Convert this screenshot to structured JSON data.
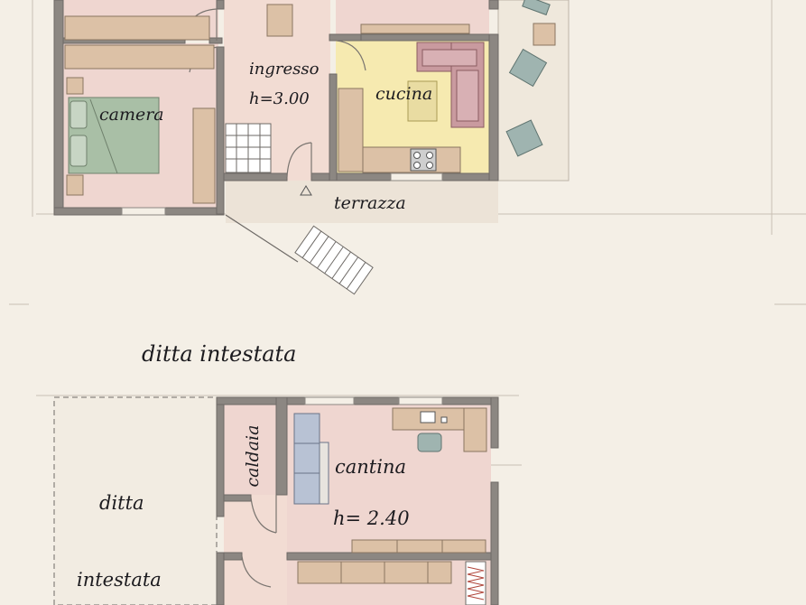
{
  "labels": {
    "camera": "camera",
    "ingresso": "ingresso",
    "ingresso_height": "h=3.00",
    "cucina": "cucina",
    "terrazza": "terrazza",
    "ditta_intestata_title": "ditta intestata",
    "caldaia": "caldaia",
    "cantina": "cantina",
    "cantina_height": "h= 2.40",
    "ditta": "ditta",
    "intestata": "intestata"
  },
  "colors": {
    "background": "#f4efe6",
    "wall": "#6e6a66",
    "wall_fill": "#8c8782",
    "room_pink": "#efd6d0",
    "kitchen_yellow": "#f6eab0",
    "bed_green": "#a9bfa6",
    "sofa_rose": "#c99a9f",
    "wood": "#dcc1a6",
    "chair_teal": "#9fb4b0",
    "shelf_blue": "#b8c2d4"
  }
}
